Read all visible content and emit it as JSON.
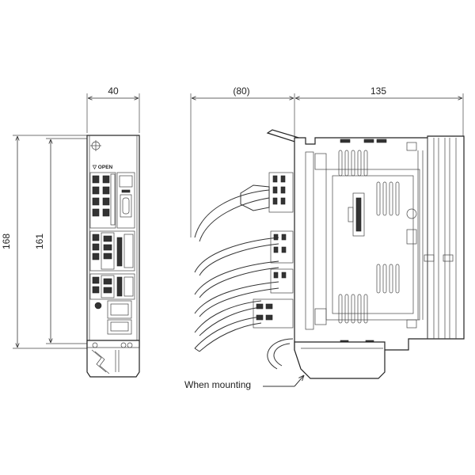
{
  "dimensions": {
    "front_width": "40",
    "side_depth_cable": "(80)",
    "side_depth_body": "135",
    "height_outer": "168",
    "height_inner": "161"
  },
  "labels": {
    "front_open": "▽ OPEN",
    "mounting_note": "When mounting"
  }
}
